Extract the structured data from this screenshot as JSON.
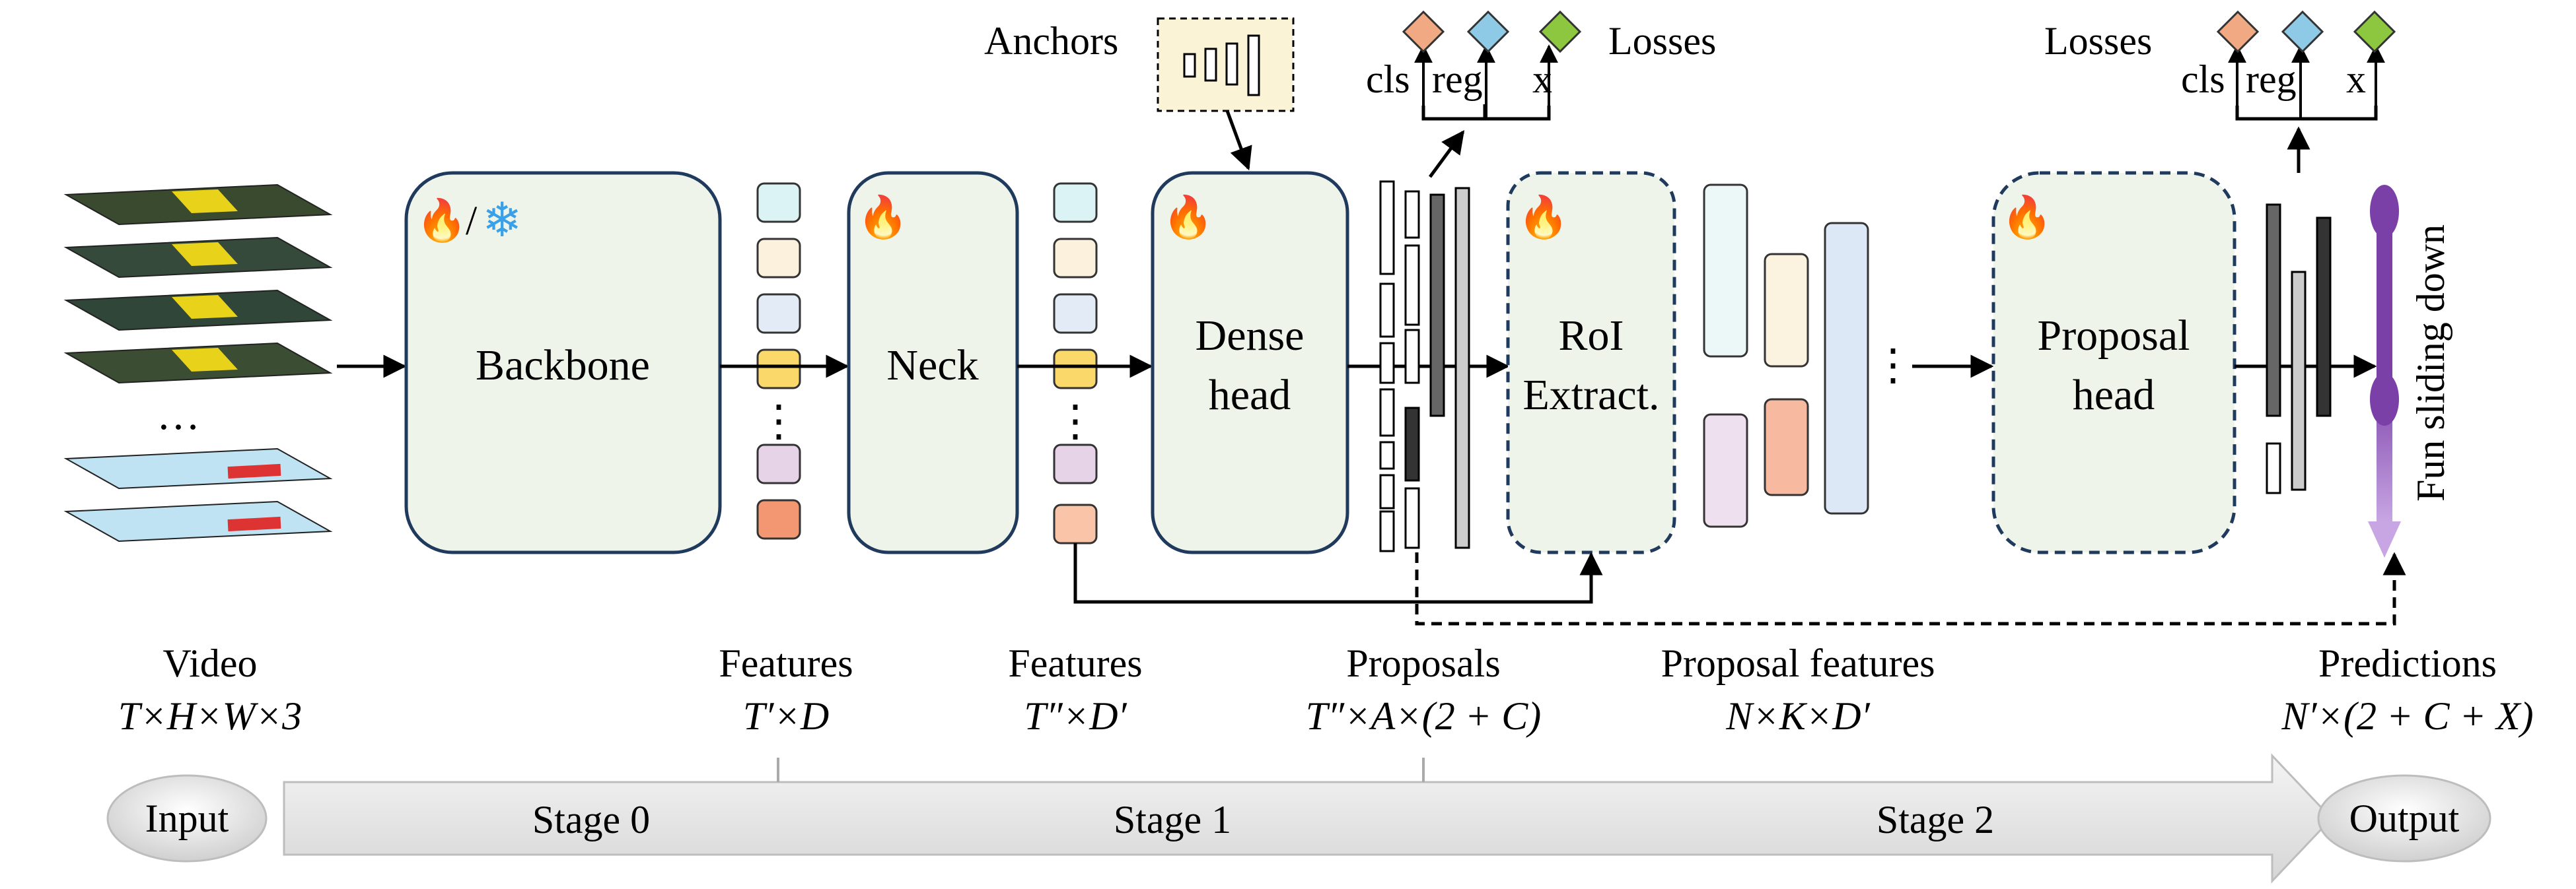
{
  "labels": {
    "anchors": "Anchors",
    "losses_top": "Losses",
    "losses_right": "Losses",
    "cls": "cls",
    "reg": "reg",
    "x": "x",
    "cls2": "cls",
    "reg2": "reg",
    "x2": "x",
    "dots_video": "…",
    "dots_feat": "⋮",
    "dots_feat2": "⋮",
    "dots_prop": "⋮"
  },
  "modules": {
    "backbone": "Backbone",
    "neck": "Neck",
    "dense_head_l1": "Dense",
    "dense_head_l2": "head",
    "roi_l1": "RoI",
    "roi_l2": "Extract.",
    "proposal_head_l1": "Proposal",
    "proposal_head_l2": "head",
    "slider_text": "Fun sliding down"
  },
  "captions": {
    "video_title": "Video",
    "video_shape": "T×H×W×3",
    "features1_title": "Features",
    "features1_shape": "T′×D",
    "features2_title": "Features",
    "features2_shape": "T″×D′",
    "proposals_title": "Proposals",
    "proposals_shape": "T″×A×(2 + C)",
    "propfeat_title": "Proposal features",
    "propfeat_shape": "N×K×D′",
    "predictions_title": "Predictions",
    "predictions_shape": "N′×(2 + C + X)"
  },
  "timeline": {
    "input": "Input",
    "stage0": "Stage 0",
    "stage1": "Stage 1",
    "stage2": "Stage 2",
    "output": "Output"
  },
  "colors": {
    "module_fill": "#eef4ea",
    "module_stroke": "#1f3a5c",
    "loss_cls": "#f0a982",
    "loss_reg": "#8ecae6",
    "loss_x": "#8dc63f",
    "slider": "#7b3fa8",
    "slider_light": "#c7a6e3"
  }
}
